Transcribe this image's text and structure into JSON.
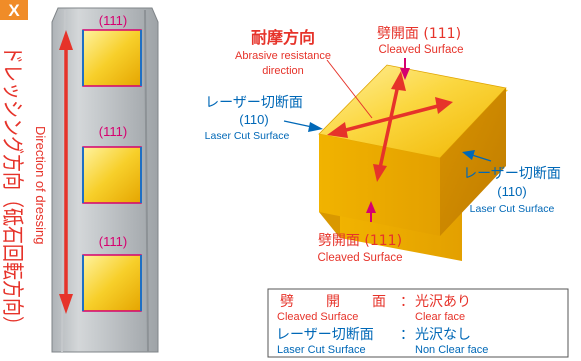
{
  "badge": {
    "letter": "X"
  },
  "dressing": {
    "vertical_label_jp": "ドレッシング方向（砥石回転方向）",
    "vertical_label_en": "Direction of dressing",
    "plate_labels": [
      "(111)",
      "(111)",
      "(111)"
    ]
  },
  "abrasive": {
    "title_jp": "耐摩方向",
    "line1_en": "Abrasive resistance",
    "line2_en": "direction"
  },
  "top_cleaved": {
    "jp": "劈開面 (111)",
    "en": "Cleaved Surface"
  },
  "left_laser": {
    "jp": "レーザー切断面",
    "index": "(110)",
    "en": "Laser Cut Surface"
  },
  "right_laser": {
    "jp": "レーザー切断面",
    "index": "(110)",
    "en": "Laser Cut Surface"
  },
  "bottom_cleaved": {
    "jp": "劈開面 (111)",
    "en": "Cleaved Surface"
  },
  "legend": {
    "row1": {
      "name_jp_chars": [
        "劈",
        "開",
        "面"
      ],
      "name_en": "Cleaved Surface",
      "colon": "：",
      "value_jp": "光沢あり",
      "value_en": "Clear face"
    },
    "row2": {
      "name_jp": "レーザー切断面",
      "name_en": "Laser Cut Surface",
      "colon": "：",
      "value_jp": "光沢なし",
      "value_en": "Non Clear face"
    }
  },
  "colors": {
    "red": "#e6332a",
    "blue": "#0068b7",
    "orange_badge": "#f08c28",
    "gold": "#f5c400",
    "pink_edge": "#d6006f"
  }
}
